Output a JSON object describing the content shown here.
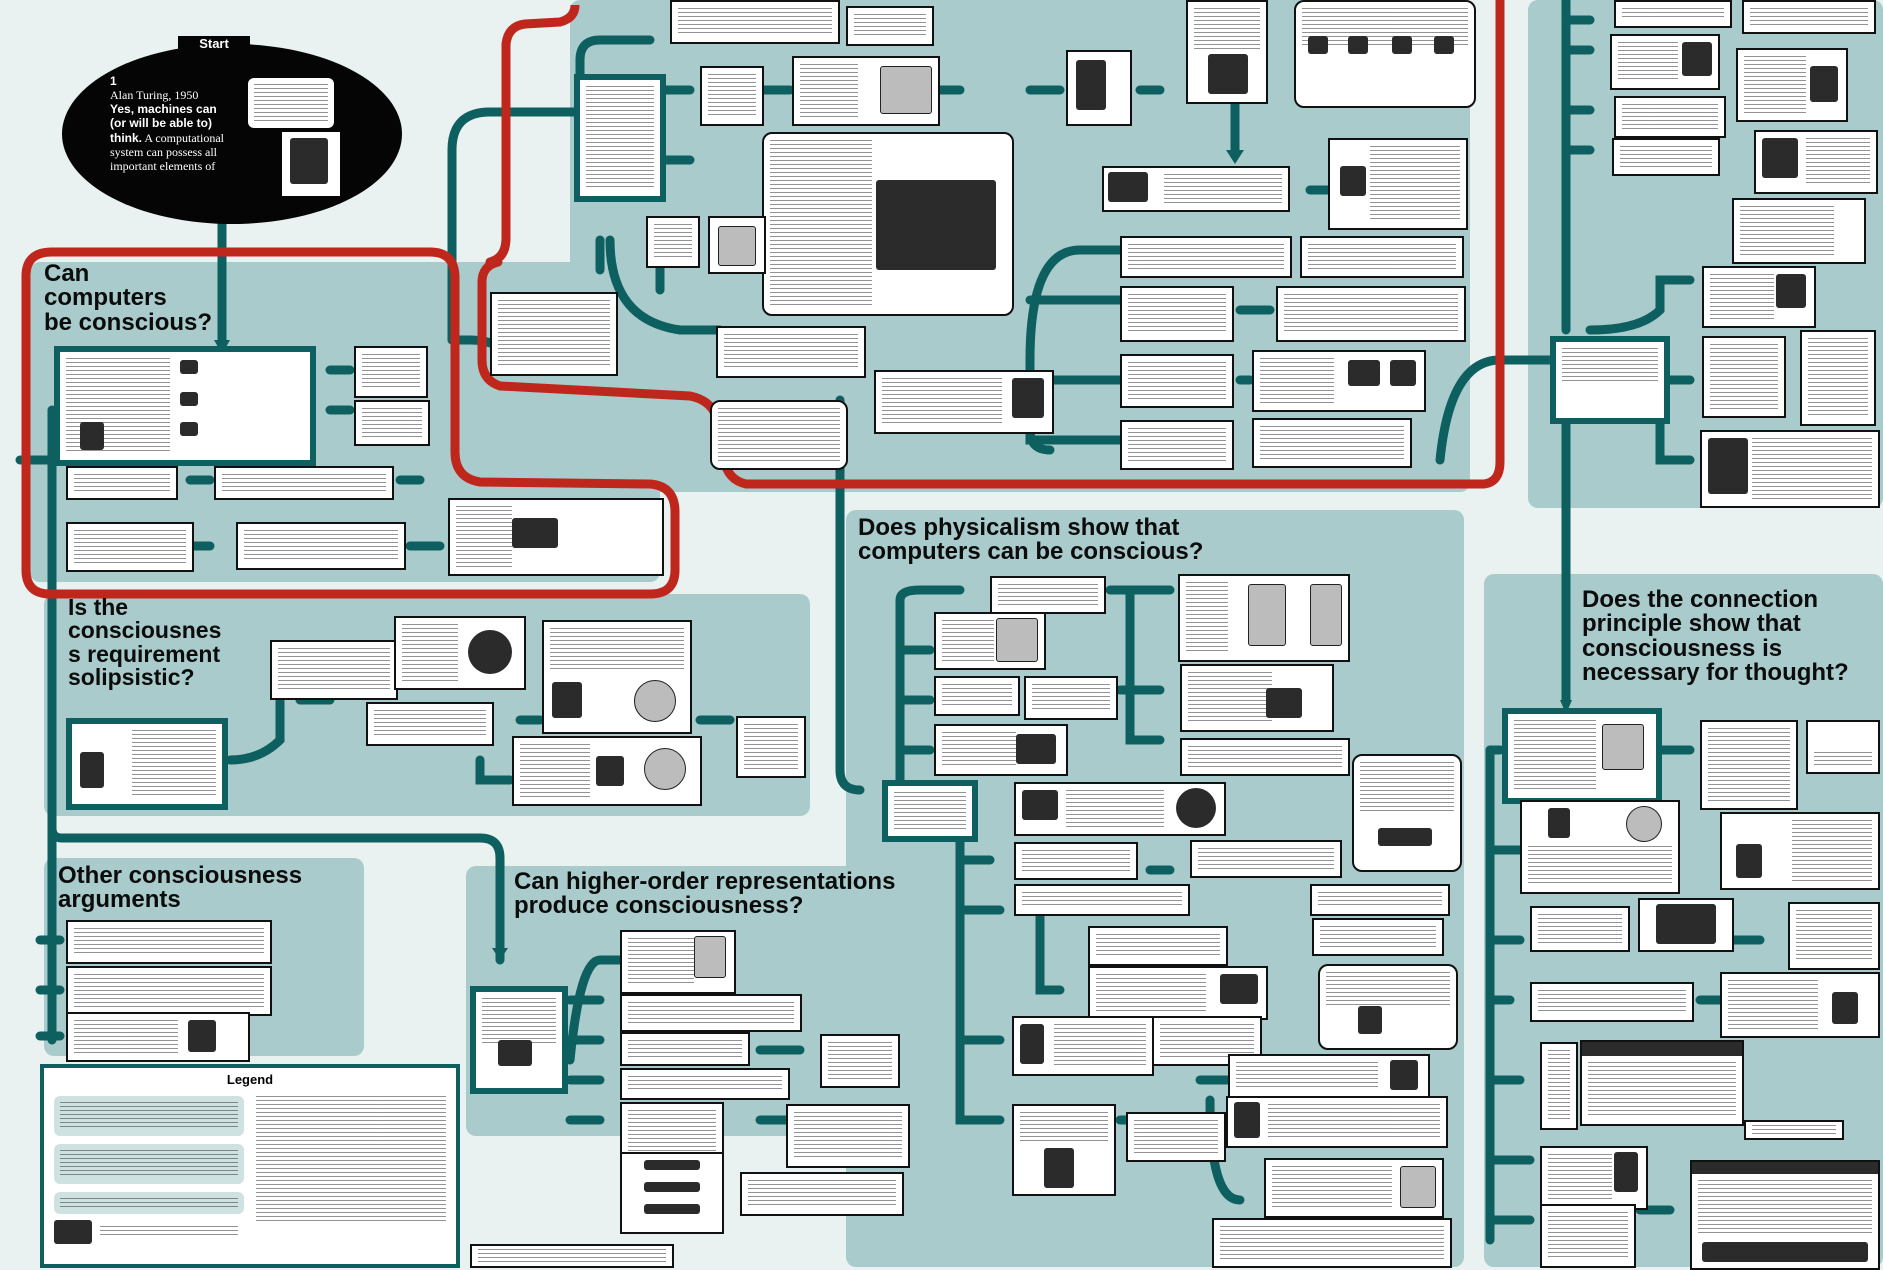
{
  "start": {
    "label": "Start",
    "claim_number": "1",
    "author": "Alan Turing, 1950",
    "claim_bold": "Yes, machines can (or will be able to) think.",
    "claim_rest": "A computational system can possess all important elements of"
  },
  "regions": {
    "can_computers_be_conscious": [
      "Can",
      "computers",
      "be conscious?"
    ],
    "solipsistic": [
      "Is the",
      "consciousnes",
      "s requirement",
      "solipsistic?"
    ],
    "other_arguments": [
      "Other consciousness",
      "arguments"
    ],
    "higher_order": [
      "Can higher-order representations",
      "produce consciousness?"
    ],
    "physicalism": [
      "Does physicalism show that",
      "computers can be conscious?"
    ],
    "connection_principle": [
      "Does the connection",
      "principle show that",
      "consciousness is",
      "necessary for thought?"
    ]
  },
  "legend": {
    "title": "Legend"
  },
  "colors": {
    "background": "#e9f1f1",
    "region_fill": "#a9cbcb",
    "flow_teal": "#0e5f5f",
    "highlight_red": "#c0271c"
  }
}
